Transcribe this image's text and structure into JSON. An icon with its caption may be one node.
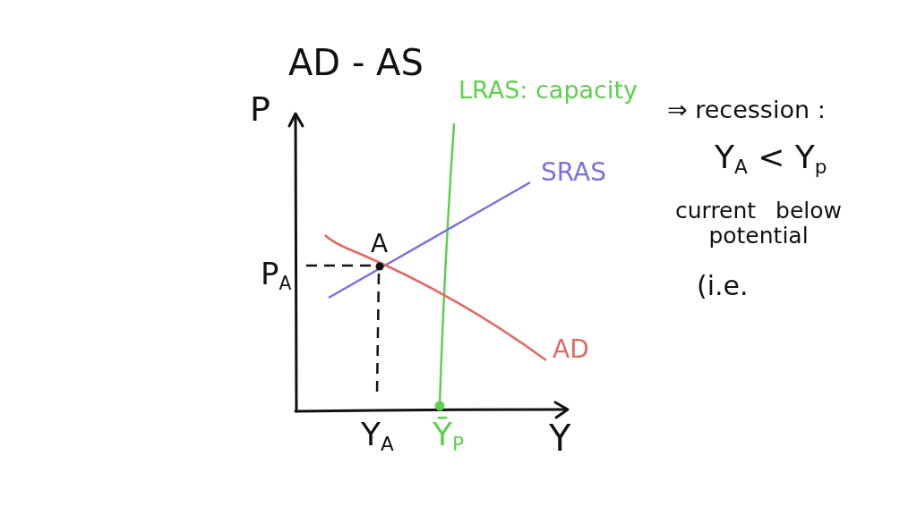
{
  "diagram": {
    "title": "AD - AS",
    "labels": [
      "P",
      "LRAS: capacity",
      "SRAS",
      "A",
      "P$_{A}$",
      "AD",
      "Y$_{A}$",
      "Ȳ$_{P}$",
      "Y",
      "⇒ recession :",
      "Y$_{A}$ < Y$_{p}$",
      "current below potential",
      "(i.e."
    ]
  }
}
